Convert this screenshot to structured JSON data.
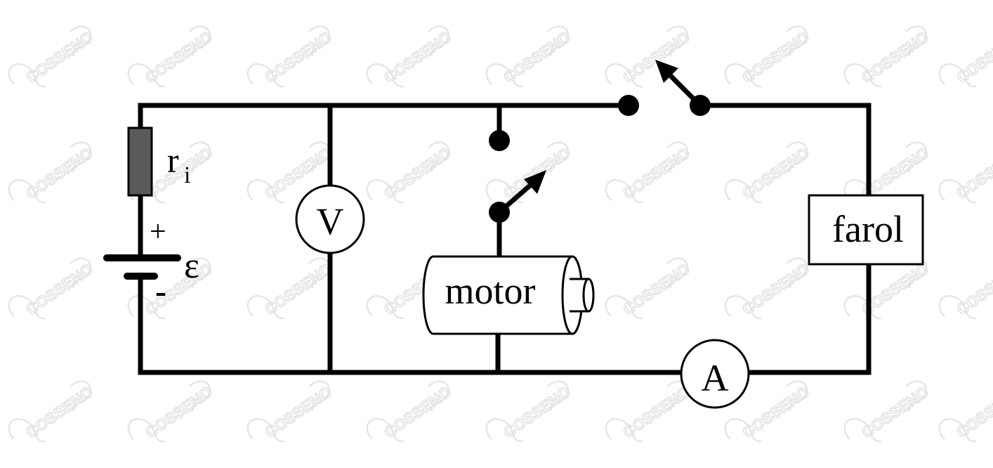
{
  "watermark": {
    "text": "COSSENO"
  },
  "battery": {
    "resistor_label": "r",
    "resistor_subscript": "i",
    "plus": "+",
    "minus": "-",
    "emf_symbol": "ε"
  },
  "voltmeter": {
    "label": "V"
  },
  "ammeter": {
    "label": "A"
  },
  "motor": {
    "label": "motor"
  },
  "headlight": {
    "label": "farol"
  }
}
